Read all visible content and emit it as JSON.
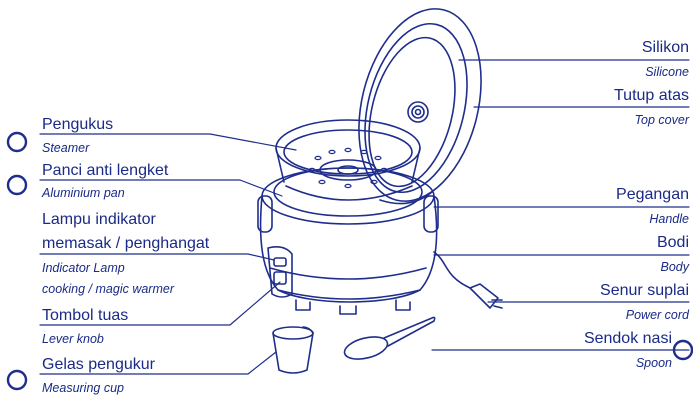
{
  "labels": {
    "silikon": {
      "main": "Silikon",
      "sub": "Silicone"
    },
    "tutup_atas": {
      "main": "Tutup atas",
      "sub": "Top cover"
    },
    "pegangan": {
      "main": "Pegangan",
      "sub": "Handle"
    },
    "bodi": {
      "main": "Bodi",
      "sub": "Body"
    },
    "senur_suplai": {
      "main": "Senur suplai",
      "sub": "Power cord"
    },
    "sendok_nasi": {
      "main": "Sendok nasi",
      "sub": "Spoon"
    },
    "pengukus": {
      "main": "Pengukus",
      "sub": "Steamer"
    },
    "panci": {
      "main": "Panci anti lengket",
      "sub": "Aluminium pan"
    },
    "lampu": {
      "main1": "Lampu indikator",
      "main2": "memasak / penghangat",
      "sub1": "Indicator Lamp",
      "sub2": "cooking / magic warmer"
    },
    "tombol": {
      "main": "Tombol tuas",
      "sub": "Lever knob"
    },
    "gelas": {
      "main": "Gelas pengukur",
      "sub": "Measuring cup"
    }
  },
  "colors": {
    "ink": "#1a2a86",
    "line": "#1f2e8c"
  },
  "icons": [
    "accessory-circle-icon"
  ]
}
